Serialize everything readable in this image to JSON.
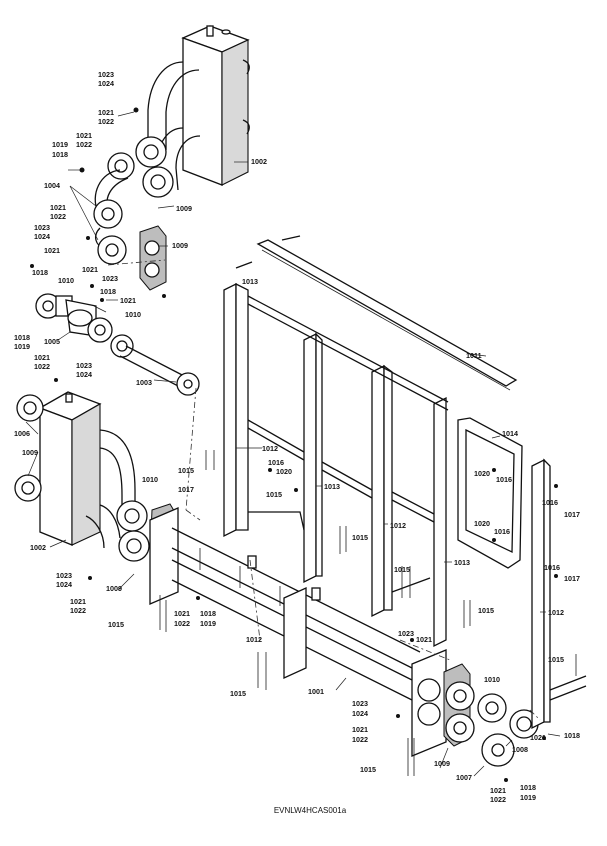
{
  "caption": "EVNLW4HCAS001a",
  "callouts": {
    "c1001": "1001",
    "c1002a": "1002",
    "c1002b": "1002",
    "c1003": "1003",
    "c1004": "1004",
    "c1005": "1005",
    "c1006": "1006",
    "c1007": "1007",
    "c1008": "1008",
    "c1009a": "1009",
    "c1009b": "1009",
    "c1009c": "1009",
    "c1009d": "1009",
    "c1009e": "1009",
    "c1010a": "1010",
    "c1010b": "1010",
    "c1010c": "1010",
    "c1010d": "1010",
    "c1011": "1011",
    "c1012a": "1012",
    "c1012b": "1012",
    "c1012c": "1012",
    "c1012d": "1012",
    "c1013a": "1013",
    "c1013b": "1013",
    "c1013c": "1013",
    "c1014": "1014",
    "c1015a": "1015",
    "c1015b": "1015",
    "c1015c": "1015",
    "c1015d": "1015",
    "c1015e": "1015",
    "c1015f": "1015",
    "c1015g": "1015",
    "c1015h": "1015",
    "c1015i": "1015",
    "c1016a": "1016",
    "c1016b": "1016",
    "c1016c": "1016",
    "c1016d": "1016",
    "c1016e": "1016",
    "c1017a": "1017",
    "c1017b": "1017",
    "c1017c": "1017",
    "c1018a": "1018",
    "c1018b": "1018",
    "c1018c": "1018",
    "c1018d": "1018",
    "c1018e": "1018",
    "c1018f": "1018",
    "c1018g": "1018",
    "c1019a": "1019",
    "c1019b": "1019",
    "c1019c": "1019",
    "c1019d": "1019",
    "c1020a": "1020",
    "c1020b": "1020",
    "c1020c": "1020",
    "c1021a": "1021",
    "c1021b": "1021",
    "c1021c": "1021",
    "c1021d": "1021",
    "c1021e": "1021",
    "c1021f": "1021",
    "c1021g": "1021",
    "c1021h": "1021",
    "c1021i": "1021",
    "c1021j": "1021",
    "c1021k": "1021",
    "c1021l": "1021",
    "c1021m": "1021",
    "c1022a": "1022",
    "c1022b": "1022",
    "c1022c": "1022",
    "c1022d": "1022",
    "c1022e": "1022",
    "c1022f": "1022",
    "c1022g": "1022",
    "c1022h": "1022",
    "c1023a": "1023",
    "c1023b": "1023",
    "c1023c": "1023",
    "c1023d": "1023",
    "c1023e": "1023",
    "c1023f": "1023",
    "c1023g": "1023",
    "c1024a": "1024",
    "c1024b": "1024",
    "c1024c": "1024",
    "c1024d": "1024",
    "c1024e": "1024"
  }
}
